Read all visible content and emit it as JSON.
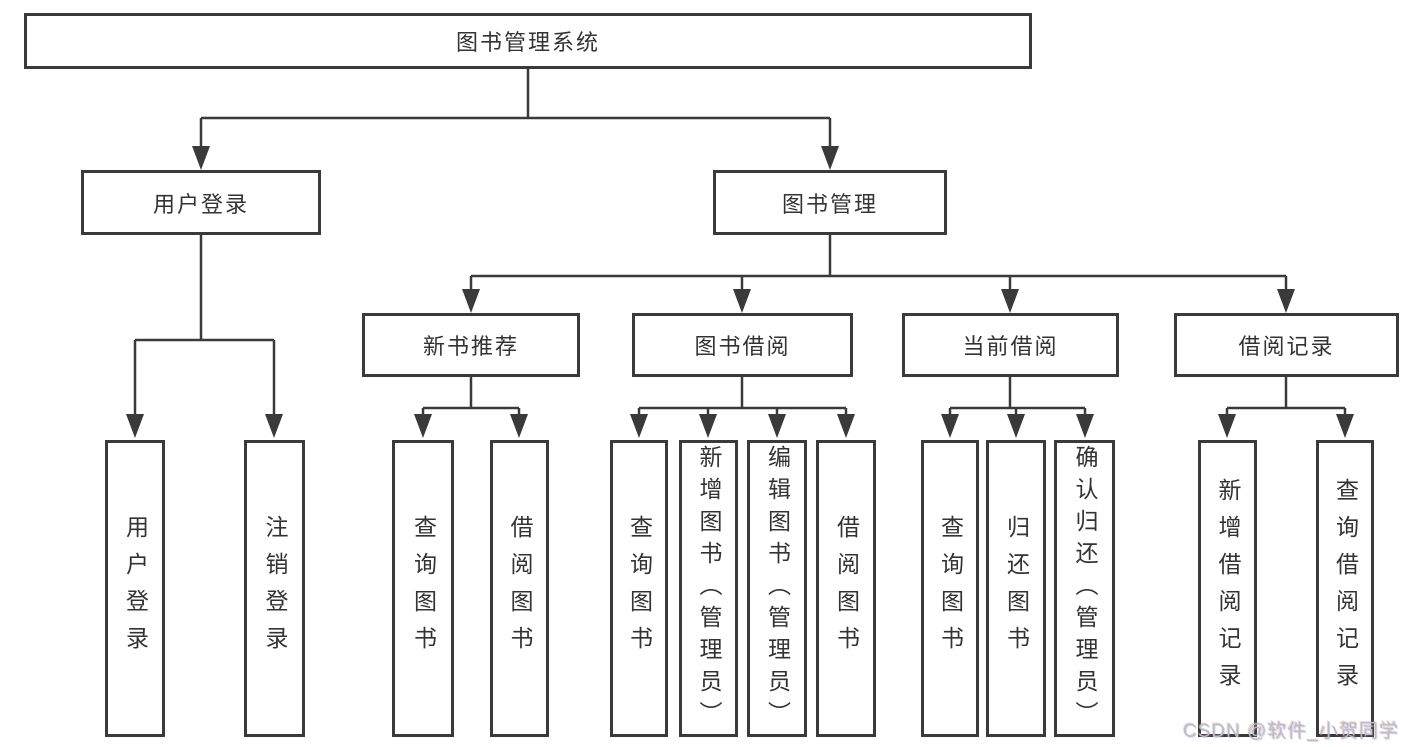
{
  "diagram": {
    "root": {
      "label": "图书管理系统"
    },
    "level2": {
      "user_login": {
        "label": "用户登录"
      },
      "book_mgmt": {
        "label": "图书管理"
      }
    },
    "level3": {
      "new_books": {
        "label": "新书推荐"
      },
      "book_borrow": {
        "label": "图书借阅"
      },
      "current_borrow": {
        "label": "当前借阅"
      },
      "borrow_records": {
        "label": "借阅记录"
      }
    },
    "leaves": {
      "user_login": [
        "用户登录",
        "注销登录"
      ],
      "new_books": [
        "查询图书",
        "借阅图书"
      ],
      "book_borrow": [
        "查询图书",
        "新增图书（管理员）",
        "编辑图书（管理员）",
        "借阅图书"
      ],
      "current_borrow": [
        "查询图书",
        "归还图书",
        "确认归还（管理员）"
      ],
      "borrow_records": [
        "新增借阅记录",
        "查询借阅记录"
      ]
    },
    "colors": {
      "line": "#3a3a3a",
      "text": "#333333",
      "background": "#ffffff",
      "watermark": "#b9bdc4"
    },
    "watermark": "CSDN @软件_小贺同学"
  }
}
